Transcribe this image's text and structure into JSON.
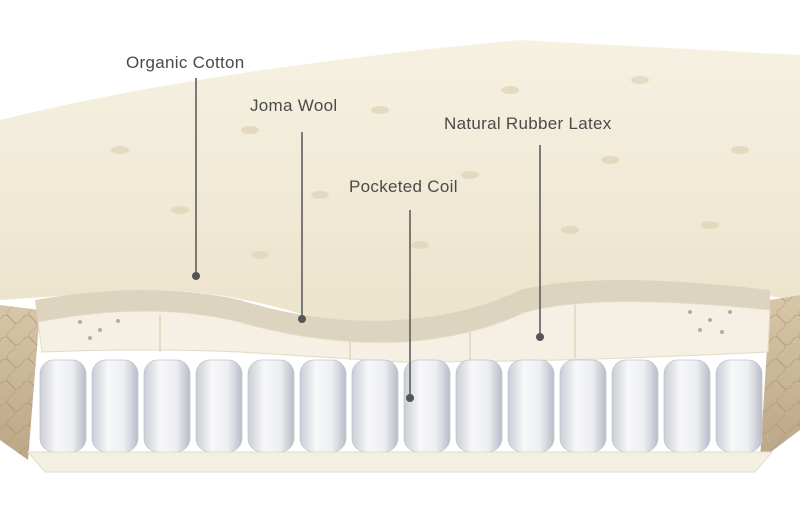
{
  "layers": [
    {
      "id": "organic-cotton",
      "label": "Organic Cotton"
    },
    {
      "id": "joma-wool",
      "label": "Joma Wool"
    },
    {
      "id": "natural-rubber-latex",
      "label": "Natural Rubber Latex"
    },
    {
      "id": "pocketed-coil",
      "label": "Pocketed Coil"
    }
  ],
  "colors": {
    "label_text": "#4a4a4a",
    "leader_line": "#555555",
    "mattress_top": "#f1ead6",
    "wool_layer": "#ddd4bf",
    "latex_layer": "#f5f0e3",
    "coil": "#eef0f4",
    "side_fabric": "#c9b79a"
  }
}
